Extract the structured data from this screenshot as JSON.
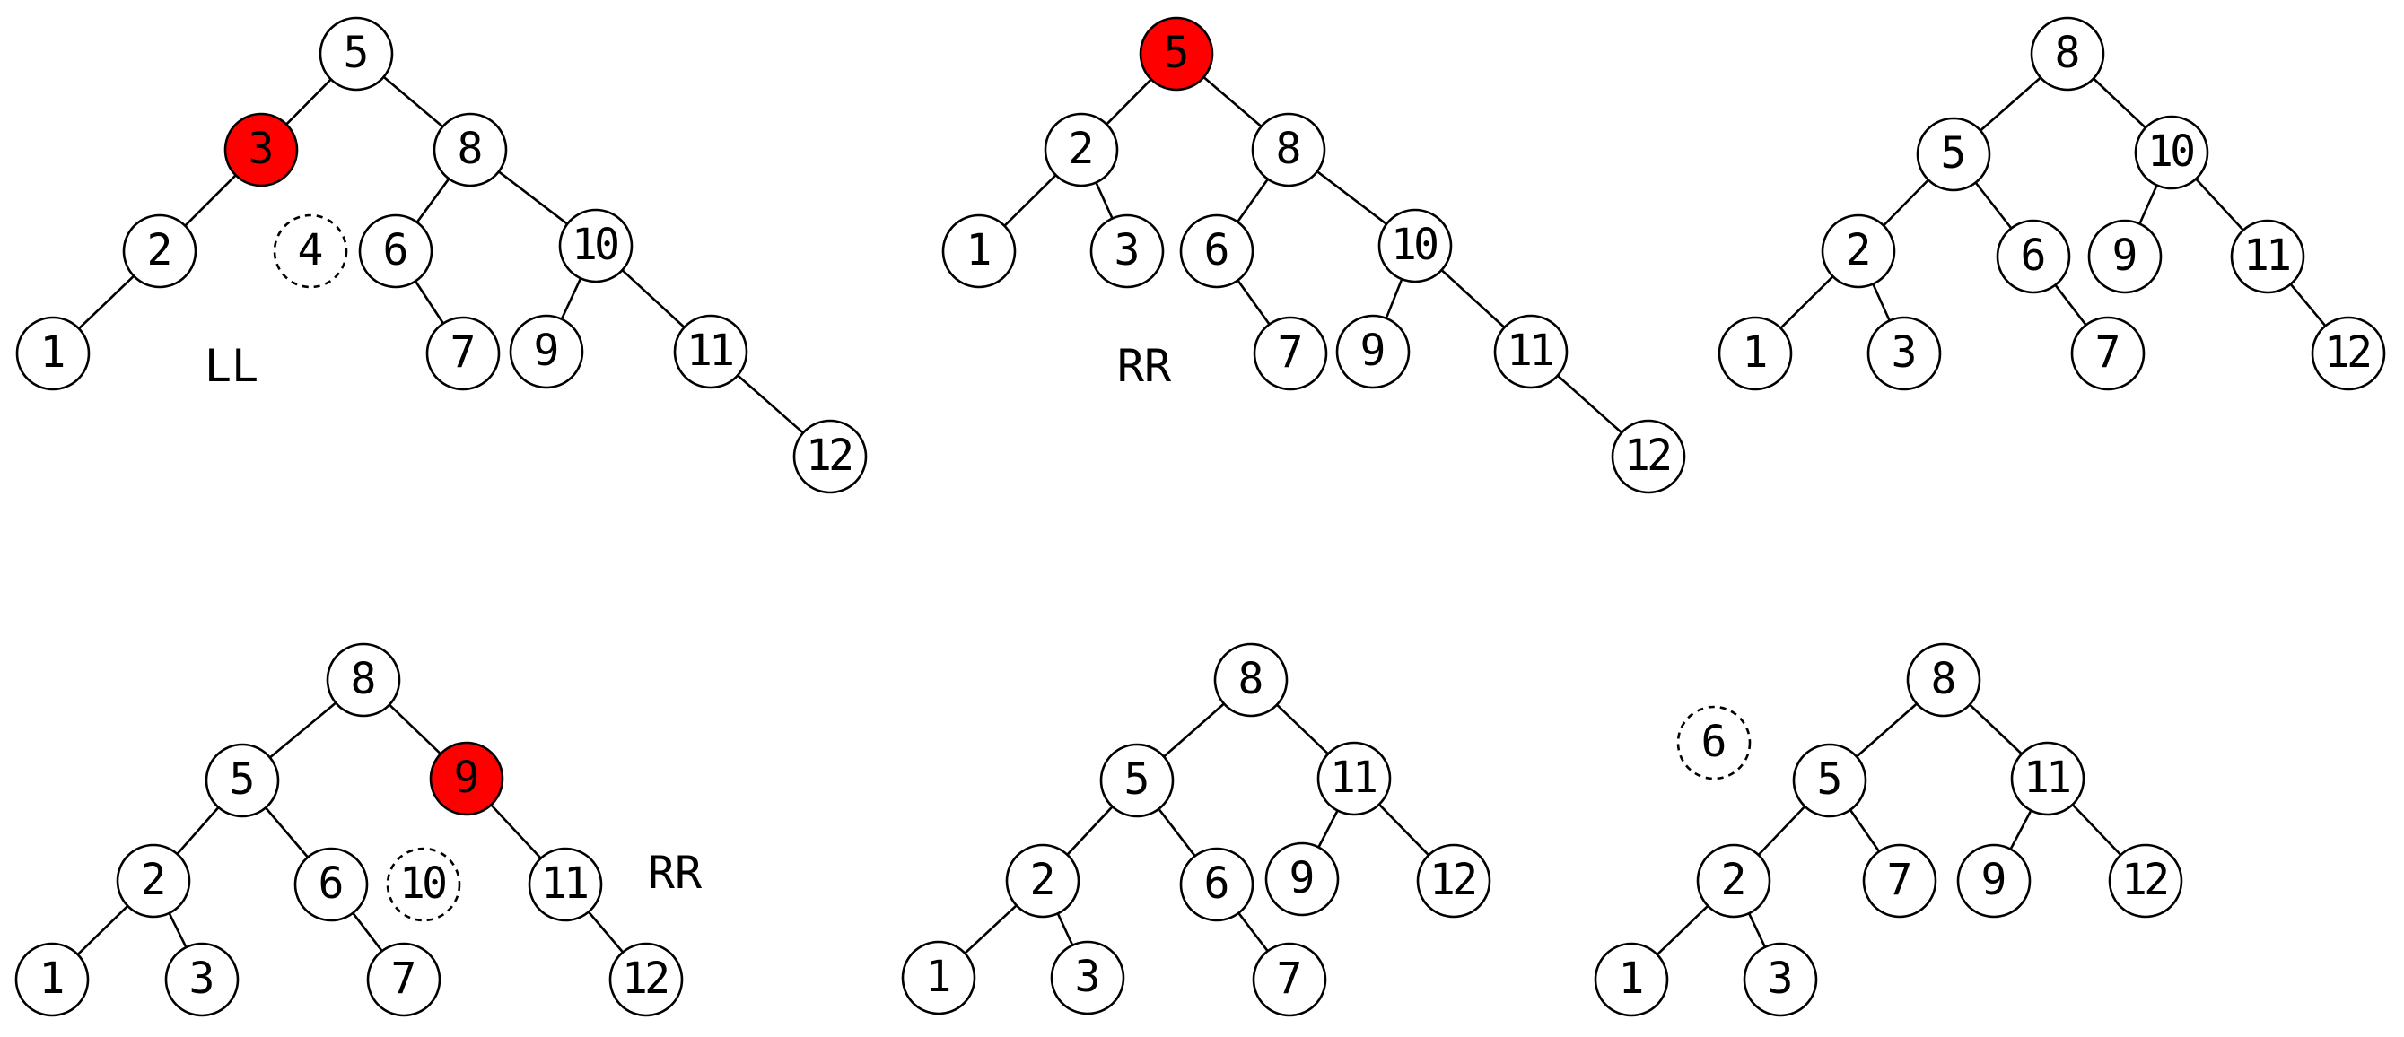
{
  "colors": {
    "highlight": "#ff0000",
    "normal": "#ffffff",
    "stroke": "#000000"
  },
  "trees": [
    {
      "id": "tree-1",
      "caption": "LL",
      "nodes": [
        {
          "id": "n5",
          "label": "5"
        },
        {
          "id": "n3",
          "label": "3",
          "state": "highlight"
        },
        {
          "id": "n8",
          "label": "8"
        },
        {
          "id": "n2",
          "label": "2"
        },
        {
          "id": "n4",
          "label": "4",
          "state": "deleted"
        },
        {
          "id": "n6",
          "label": "6"
        },
        {
          "id": "n10",
          "label": "10"
        },
        {
          "id": "n1",
          "label": "1"
        },
        {
          "id": "n7",
          "label": "7"
        },
        {
          "id": "n9",
          "label": "9"
        },
        {
          "id": "n11",
          "label": "11"
        },
        {
          "id": "n12",
          "label": "12"
        }
      ],
      "edges": [
        [
          "n5",
          "n3"
        ],
        [
          "n5",
          "n8"
        ],
        [
          "n3",
          "n2"
        ],
        [
          "n2",
          "n1"
        ],
        [
          "n8",
          "n6"
        ],
        [
          "n8",
          "n10"
        ],
        [
          "n6",
          "n7"
        ],
        [
          "n10",
          "n9"
        ],
        [
          "n10",
          "n11"
        ],
        [
          "n11",
          "n12"
        ]
      ]
    },
    {
      "id": "tree-2",
      "caption": "RR",
      "nodes": [
        {
          "id": "n5",
          "label": "5",
          "state": "highlight"
        },
        {
          "id": "n2",
          "label": "2"
        },
        {
          "id": "n8",
          "label": "8"
        },
        {
          "id": "n1",
          "label": "1"
        },
        {
          "id": "n3",
          "label": "3"
        },
        {
          "id": "n6",
          "label": "6"
        },
        {
          "id": "n10",
          "label": "10"
        },
        {
          "id": "n7",
          "label": "7"
        },
        {
          "id": "n9",
          "label": "9"
        },
        {
          "id": "n11",
          "label": "11"
        },
        {
          "id": "n12",
          "label": "12"
        }
      ],
      "edges": [
        [
          "n5",
          "n2"
        ],
        [
          "n5",
          "n8"
        ],
        [
          "n2",
          "n1"
        ],
        [
          "n2",
          "n3"
        ],
        [
          "n8",
          "n6"
        ],
        [
          "n8",
          "n10"
        ],
        [
          "n6",
          "n7"
        ],
        [
          "n10",
          "n9"
        ],
        [
          "n10",
          "n11"
        ],
        [
          "n11",
          "n12"
        ]
      ]
    },
    {
      "id": "tree-3",
      "caption": "",
      "nodes": [
        {
          "id": "n8",
          "label": "8"
        },
        {
          "id": "n5",
          "label": "5"
        },
        {
          "id": "n10",
          "label": "10"
        },
        {
          "id": "n2",
          "label": "2"
        },
        {
          "id": "n6",
          "label": "6"
        },
        {
          "id": "n9",
          "label": "9"
        },
        {
          "id": "n11",
          "label": "11"
        },
        {
          "id": "n1",
          "label": "1"
        },
        {
          "id": "n3",
          "label": "3"
        },
        {
          "id": "n7",
          "label": "7"
        },
        {
          "id": "n12",
          "label": "12"
        }
      ],
      "edges": [
        [
          "n8",
          "n5"
        ],
        [
          "n8",
          "n10"
        ],
        [
          "n5",
          "n2"
        ],
        [
          "n5",
          "n6"
        ],
        [
          "n2",
          "n1"
        ],
        [
          "n2",
          "n3"
        ],
        [
          "n6",
          "n7"
        ],
        [
          "n10",
          "n9"
        ],
        [
          "n10",
          "n11"
        ],
        [
          "n11",
          "n12"
        ]
      ]
    },
    {
      "id": "tree-4",
      "caption": "RR",
      "nodes": [
        {
          "id": "n8",
          "label": "8"
        },
        {
          "id": "n5",
          "label": "5"
        },
        {
          "id": "n9",
          "label": "9",
          "state": "highlight"
        },
        {
          "id": "n2",
          "label": "2"
        },
        {
          "id": "n6",
          "label": "6"
        },
        {
          "id": "n10",
          "label": "10",
          "state": "deleted"
        },
        {
          "id": "n11",
          "label": "11"
        },
        {
          "id": "n1",
          "label": "1"
        },
        {
          "id": "n3",
          "label": "3"
        },
        {
          "id": "n7",
          "label": "7"
        },
        {
          "id": "n12",
          "label": "12"
        }
      ],
      "edges": [
        [
          "n8",
          "n5"
        ],
        [
          "n8",
          "n9"
        ],
        [
          "n5",
          "n2"
        ],
        [
          "n5",
          "n6"
        ],
        [
          "n2",
          "n1"
        ],
        [
          "n2",
          "n3"
        ],
        [
          "n6",
          "n7"
        ],
        [
          "n9",
          "n11"
        ],
        [
          "n11",
          "n12"
        ]
      ]
    },
    {
      "id": "tree-5",
      "caption": "",
      "nodes": [
        {
          "id": "n8",
          "label": "8"
        },
        {
          "id": "n5",
          "label": "5"
        },
        {
          "id": "n11",
          "label": "11"
        },
        {
          "id": "n2",
          "label": "2"
        },
        {
          "id": "n6",
          "label": "6"
        },
        {
          "id": "n9",
          "label": "9"
        },
        {
          "id": "n12",
          "label": "12"
        },
        {
          "id": "n1",
          "label": "1"
        },
        {
          "id": "n3",
          "label": "3"
        },
        {
          "id": "n7",
          "label": "7"
        }
      ],
      "edges": [
        [
          "n8",
          "n5"
        ],
        [
          "n8",
          "n11"
        ],
        [
          "n5",
          "n2"
        ],
        [
          "n5",
          "n6"
        ],
        [
          "n2",
          "n1"
        ],
        [
          "n2",
          "n3"
        ],
        [
          "n6",
          "n7"
        ],
        [
          "n11",
          "n9"
        ],
        [
          "n11",
          "n12"
        ]
      ]
    },
    {
      "id": "tree-6",
      "caption": "",
      "nodes": [
        {
          "id": "n6",
          "label": "6",
          "state": "deleted"
        },
        {
          "id": "n8",
          "label": "8"
        },
        {
          "id": "n5",
          "label": "5"
        },
        {
          "id": "n11",
          "label": "11"
        },
        {
          "id": "n2",
          "label": "2"
        },
        {
          "id": "n7",
          "label": "7"
        },
        {
          "id": "n9",
          "label": "9"
        },
        {
          "id": "n12",
          "label": "12"
        },
        {
          "id": "n1",
          "label": "1"
        },
        {
          "id": "n3",
          "label": "3"
        }
      ],
      "edges": [
        [
          "n8",
          "n5"
        ],
        [
          "n8",
          "n11"
        ],
        [
          "n5",
          "n2"
        ],
        [
          "n5",
          "n7"
        ],
        [
          "n2",
          "n1"
        ],
        [
          "n2",
          "n3"
        ],
        [
          "n11",
          "n9"
        ],
        [
          "n11",
          "n12"
        ]
      ]
    }
  ]
}
